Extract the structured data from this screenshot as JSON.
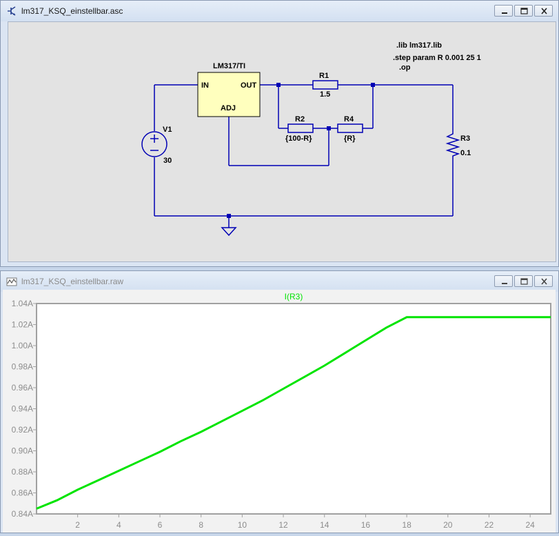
{
  "schematic_window": {
    "title": "lm317_KSQ_einstellbar.asc",
    "directives": [
      ".lib lm317.lib",
      ".step param R 0.001 25 1",
      ".op"
    ],
    "components": {
      "regulator": {
        "name": "LM317/TI",
        "pin_in": "IN",
        "pin_out": "OUT",
        "pin_adj": "ADJ"
      },
      "v1": {
        "name": "V1",
        "value": "30"
      },
      "r1": {
        "name": "R1",
        "value": "1.5"
      },
      "r2": {
        "name": "R2",
        "value": "{100-R}"
      },
      "r4": {
        "name": "R4",
        "value": "{R}"
      },
      "r3": {
        "name": "R3",
        "value": "0.1"
      }
    }
  },
  "plot_window": {
    "title": "lm317_KSQ_einstellbar.raw",
    "trace_label": "I(R3)",
    "trace_color": "#00e400"
  },
  "chart_data": {
    "type": "line",
    "series": [
      {
        "name": "I(R3)",
        "x": [
          0.001,
          1,
          2,
          3,
          4,
          5,
          6,
          7,
          8,
          9,
          10,
          11,
          12,
          13,
          14,
          15,
          16,
          17,
          18,
          19,
          20,
          21,
          22,
          23,
          24,
          25
        ],
        "y": [
          0.845,
          0.853,
          0.863,
          0.872,
          0.881,
          0.89,
          0.899,
          0.909,
          0.918,
          0.928,
          0.938,
          0.948,
          0.959,
          0.97,
          0.981,
          0.993,
          1.005,
          1.017,
          1.027,
          1.027,
          1.027,
          1.027,
          1.027,
          1.027,
          1.027,
          1.027
        ]
      }
    ],
    "x_ticks": [
      "2",
      "4",
      "6",
      "8",
      "10",
      "12",
      "14",
      "16",
      "18",
      "20",
      "22",
      "24"
    ],
    "y_ticks": [
      "0.84A",
      "0.86A",
      "0.88A",
      "0.90A",
      "0.92A",
      "0.94A",
      "0.96A",
      "0.98A",
      "1.00A",
      "1.02A",
      "1.04A"
    ],
    "xlim": [
      0.001,
      25
    ],
    "ylim": [
      0.84,
      1.04
    ],
    "grid": false
  }
}
